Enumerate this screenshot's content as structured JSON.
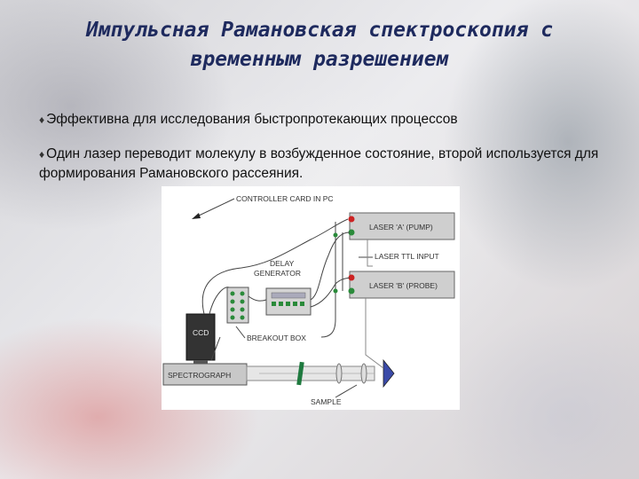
{
  "slide": {
    "title": "Импульсная Рамановская спектроскопия с временным разрешением",
    "bullets": [
      "Эффективна для исследования быстропротекающих процессов",
      "Один лазер переводит молекулу в возбужденное состояние, второй используется для формирования Рамановского рассеяния."
    ]
  },
  "diagram": {
    "labels": {
      "controller": "CONTROLLER CARD IN PC",
      "laser_a": "LASER 'A' (PUMP)",
      "laser_ttl": "LASER TTL INPUT",
      "laser_b": "LASER 'B' (PROBE)",
      "delay_line1": "DELAY",
      "delay_line2": "GENERATOR",
      "breakout": "BREAKOUT BOX",
      "ccd": "CCD",
      "spectrograph": "SPECTROGRAPH",
      "sample": "SAMPLE"
    }
  },
  "colors": {
    "title": "#1e2a5e",
    "led_red": "#cc2222",
    "led_green": "#2a8a3a",
    "filter_green": "#1f7a3f",
    "sample_blue": "#3a4aa8"
  }
}
